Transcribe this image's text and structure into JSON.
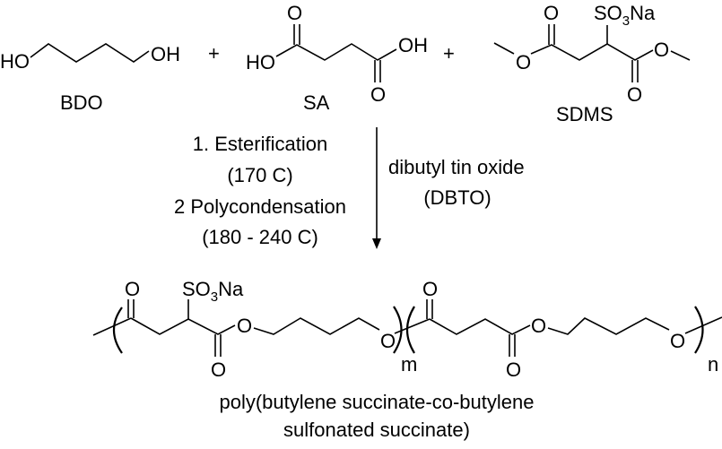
{
  "reactants": {
    "bdo": {
      "ho": "HO",
      "oh": "OH",
      "label": "BDO"
    },
    "plus1": "+",
    "sa": {
      "ho": "HO",
      "o_top": "O",
      "o_bottom": "O",
      "oh": "OH",
      "label": "SA"
    },
    "plus2": "+",
    "sdms": {
      "o_ester_left": "O",
      "o_top": "O",
      "so": "SO",
      "sub3": "3",
      "na": "Na",
      "o_bottom": "O",
      "o_ester_right": "O",
      "label": "SDMS"
    }
  },
  "conditions": {
    "step1": "1. Esterification",
    "temp1": "(170 C)",
    "step2": "2  Polycondensation",
    "temp2": "(180 - 240 C)",
    "catalyst": "dibutyl tin oxide",
    "catalyst_abbr": "(DBTO)"
  },
  "product": {
    "unit1": {
      "o_top": "O",
      "so": "SO",
      "sub3": "3",
      "na": "Na",
      "o_bottom": "O",
      "o_ester": "O",
      "o_end": "O",
      "subscript": "m"
    },
    "unit2": {
      "o_top": "O",
      "o_bottom": "O",
      "o_ester": "O",
      "o_end": "O",
      "subscript": "n"
    },
    "name_line1": "poly(butylene succinate-co-butylene",
    "name_line2": "sulfonated succinate)"
  }
}
